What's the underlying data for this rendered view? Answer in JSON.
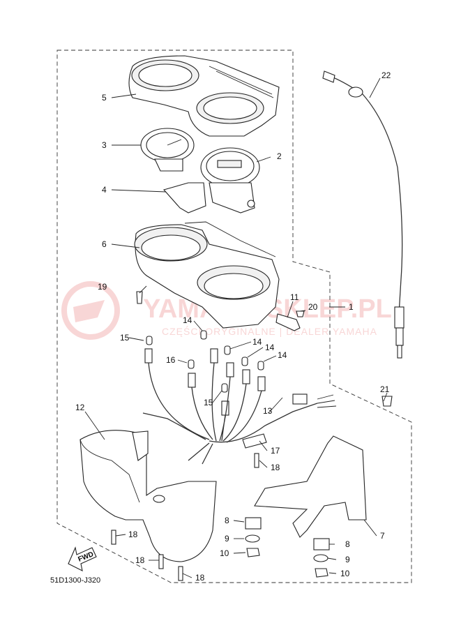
{
  "diagram": {
    "part_code": "51D1300-J320",
    "fwd_label": "FWD",
    "watermark": {
      "main": "YAMAHA-SKLEP.PL",
      "sub": "CZĘŚCI ORYGINALNE | DEALER YAMAHA"
    },
    "callouts": {
      "c1": "1",
      "c2": "2",
      "c3": "3",
      "c4": "4",
      "c5": "5",
      "c6": "6",
      "c7": "7",
      "c8a": "8",
      "c8b": "8",
      "c9a": "9",
      "c9b": "9",
      "c10a": "10",
      "c10b": "10",
      "c11": "11",
      "c12": "12",
      "c13": "13",
      "c14a": "14",
      "c14b": "14",
      "c14c": "14",
      "c14d": "14",
      "c15a": "15",
      "c15b": "15",
      "c16": "16",
      "c17": "17",
      "c18a": "18",
      "c18b": "18",
      "c18c": "18",
      "c18d": "18",
      "c19": "19",
      "c20": "20",
      "c21": "21",
      "c22": "22"
    }
  }
}
